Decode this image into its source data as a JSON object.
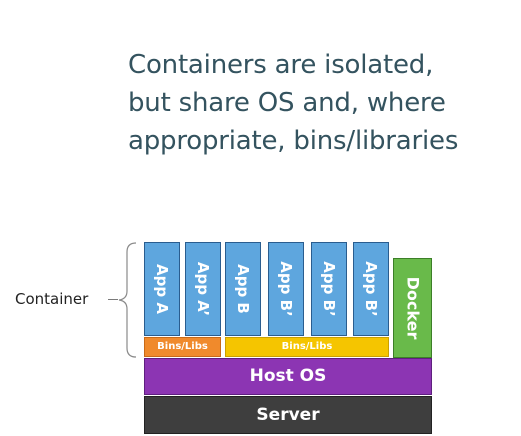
{
  "title": {
    "lines": [
      "Containers are isolated,",
      "but share OS and, where",
      "appropriate, bins/libraries"
    ]
  },
  "diagram": {
    "container_label": "Container",
    "apps": [
      {
        "label": "App A"
      },
      {
        "label": "App A’"
      },
      {
        "label": "App B"
      },
      {
        "label": "App B’"
      },
      {
        "label": "App B’"
      },
      {
        "label": "App B’"
      }
    ],
    "docker_label": "Docker",
    "libs": [
      {
        "label": "Bins/Libs"
      },
      {
        "label": "Bins/Libs"
      }
    ],
    "host_os_label": "Host OS",
    "server_label": "Server"
  },
  "colors": {
    "title_text": "#34535f",
    "app": "#5ea6de",
    "docker": "#69ba4a",
    "libs_a": "#f08a2c",
    "libs_b": "#f5c500",
    "host_os": "#8c35b3",
    "server": "#3e3e3e"
  }
}
